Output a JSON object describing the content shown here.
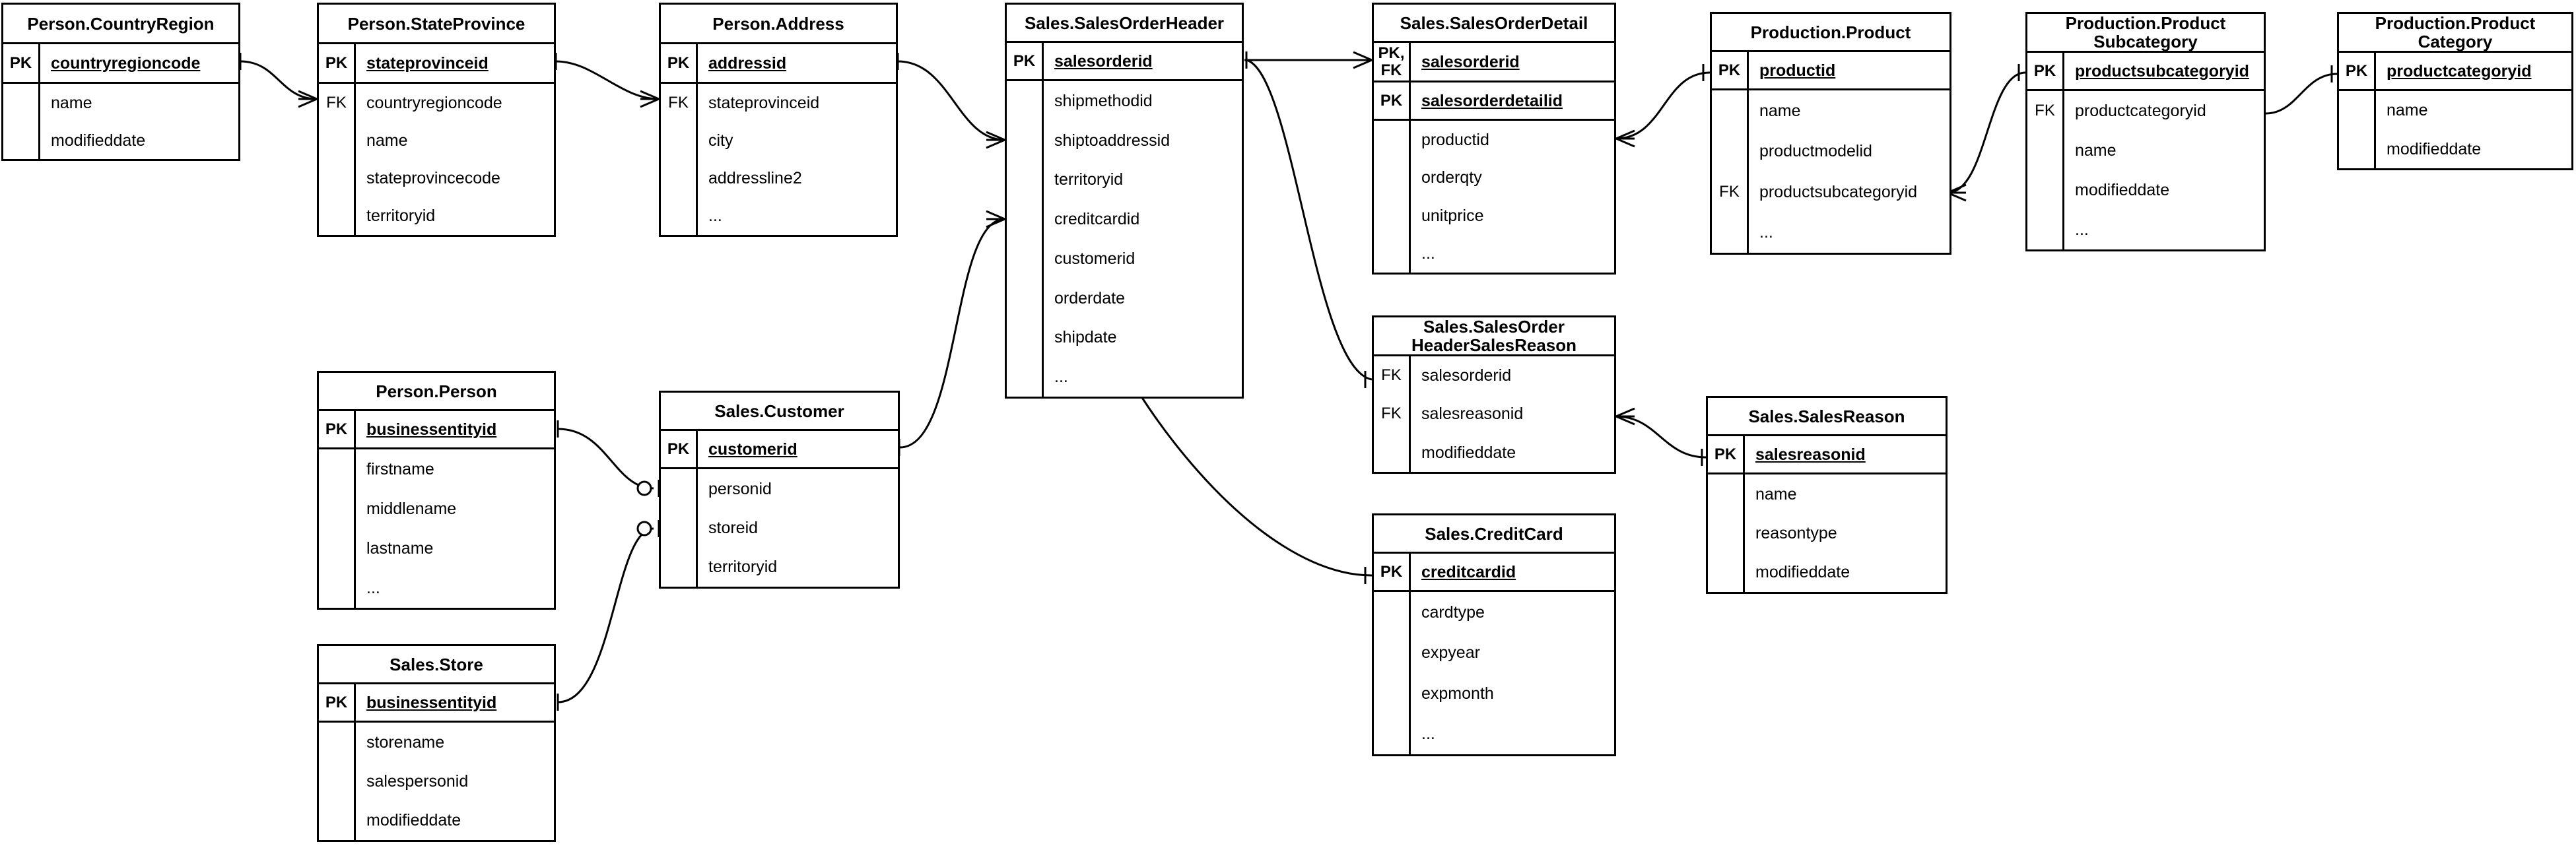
{
  "diagram": {
    "title": "AdventureWorks Sales Entity Relationship Diagram",
    "notation": "crows-foot",
    "line_color": "#000000",
    "background_color": "#ffffff",
    "text_color": "#000000"
  },
  "entities": [
    {
      "id": "person_countryregion",
      "title": "Person.CountryRegion",
      "key_rows": [
        {
          "key": "PK",
          "name": "countryregioncode"
        }
      ],
      "attr_rows": [
        {
          "key": "",
          "name": "name"
        },
        {
          "key": "",
          "name": "modifieddate"
        }
      ]
    },
    {
      "id": "person_stateprovince",
      "title": "Person.StateProvince",
      "key_rows": [
        {
          "key": "PK",
          "name": "stateprovinceid"
        }
      ],
      "attr_rows": [
        {
          "key": "FK",
          "name": "countryregioncode"
        },
        {
          "key": "",
          "name": "name"
        },
        {
          "key": "",
          "name": "stateprovincecode"
        },
        {
          "key": "",
          "name": "territoryid"
        }
      ]
    },
    {
      "id": "person_address",
      "title": "Person.Address",
      "key_rows": [
        {
          "key": "PK",
          "name": "addressid"
        }
      ],
      "attr_rows": [
        {
          "key": "FK",
          "name": "stateprovinceid"
        },
        {
          "key": "",
          "name": "city"
        },
        {
          "key": "",
          "name": "addressline2"
        },
        {
          "key": "",
          "name": "..."
        }
      ]
    },
    {
      "id": "sales_salesorderheader",
      "title": "Sales.SalesOrderHeader",
      "key_rows": [
        {
          "key": "PK",
          "name": "salesorderid"
        }
      ],
      "attr_rows": [
        {
          "key": "",
          "name": "shipmethodid"
        },
        {
          "key": "",
          "name": "shiptoaddressid"
        },
        {
          "key": "",
          "name": "territoryid"
        },
        {
          "key": "",
          "name": "creditcardid"
        },
        {
          "key": "",
          "name": "customerid"
        },
        {
          "key": "",
          "name": "orderdate"
        },
        {
          "key": "",
          "name": "shipdate"
        },
        {
          "key": "",
          "name": "..."
        }
      ]
    },
    {
      "id": "sales_salesorderdetail",
      "title": "Sales.SalesOrderDetail",
      "key_rows": [
        {
          "key": "PK,\nFK",
          "name": "salesorderid"
        },
        {
          "key": "PK",
          "name": "salesorderdetailid"
        }
      ],
      "attr_rows": [
        {
          "key": "",
          "name": "productid"
        },
        {
          "key": "",
          "name": "orderqty"
        },
        {
          "key": "",
          "name": "unitprice"
        },
        {
          "key": "",
          "name": "..."
        }
      ]
    },
    {
      "id": "production_product",
      "title": "Production.Product",
      "key_rows": [
        {
          "key": "PK",
          "name": "productid"
        }
      ],
      "attr_rows": [
        {
          "key": "",
          "name": "name"
        },
        {
          "key": "",
          "name": "productmodelid"
        },
        {
          "key": "FK",
          "name": "productsubcategoryid"
        },
        {
          "key": "",
          "name": "..."
        }
      ]
    },
    {
      "id": "production_productsubcategory",
      "title": "Production.Product\nSubcategory",
      "key_rows": [
        {
          "key": "PK",
          "name": "productsubcategoryid"
        }
      ],
      "attr_rows": [
        {
          "key": "FK",
          "name": "productcategoryid"
        },
        {
          "key": "",
          "name": "name"
        },
        {
          "key": "",
          "name": "modifieddate"
        },
        {
          "key": "",
          "name": "..."
        }
      ]
    },
    {
      "id": "production_productcategory",
      "title": "Production.Product\nCategory",
      "key_rows": [
        {
          "key": "PK",
          "name": "productcategoryid"
        }
      ],
      "attr_rows": [
        {
          "key": "",
          "name": "name"
        },
        {
          "key": "",
          "name": "modifieddate"
        }
      ]
    },
    {
      "id": "person_person",
      "title": "Person.Person",
      "key_rows": [
        {
          "key": "PK",
          "name": "businessentityid"
        }
      ],
      "attr_rows": [
        {
          "key": "",
          "name": "firstname"
        },
        {
          "key": "",
          "name": "middlename"
        },
        {
          "key": "",
          "name": "lastname"
        },
        {
          "key": "",
          "name": "..."
        }
      ]
    },
    {
      "id": "sales_customer",
      "title": "Sales.Customer",
      "key_rows": [
        {
          "key": "PK",
          "name": "customerid"
        }
      ],
      "attr_rows": [
        {
          "key": "",
          "name": "personid"
        },
        {
          "key": "",
          "name": "storeid"
        },
        {
          "key": "",
          "name": "territoryid"
        }
      ]
    },
    {
      "id": "sales_store",
      "title": "Sales.Store",
      "key_rows": [
        {
          "key": "PK",
          "name": "businessentityid"
        }
      ],
      "attr_rows": [
        {
          "key": "",
          "name": "storename"
        },
        {
          "key": "",
          "name": "salespersonid"
        },
        {
          "key": "",
          "name": "modifieddate"
        }
      ]
    },
    {
      "id": "sales_salesorderheadersalesreason",
      "title": "Sales.SalesOrder\nHeaderSalesReason",
      "key_rows": [],
      "attr_rows": [
        {
          "key": "FK",
          "name": "salesorderid"
        },
        {
          "key": "FK",
          "name": "salesreasonid"
        },
        {
          "key": "",
          "name": "modifieddate"
        }
      ]
    },
    {
      "id": "sales_salesreason",
      "title": "Sales.SalesReason",
      "key_rows": [
        {
          "key": "PK",
          "name": "salesreasonid"
        }
      ],
      "attr_rows": [
        {
          "key": "",
          "name": "name"
        },
        {
          "key": "",
          "name": "reasontype"
        },
        {
          "key": "",
          "name": "modifieddate"
        }
      ]
    },
    {
      "id": "sales_creditcard",
      "title": "Sales.CreditCard",
      "key_rows": [
        {
          "key": "PK",
          "name": "creditcardid"
        }
      ],
      "attr_rows": [
        {
          "key": "",
          "name": "cardtype"
        },
        {
          "key": "",
          "name": "expyear"
        },
        {
          "key": "",
          "name": "expmonth"
        },
        {
          "key": "",
          "name": "..."
        }
      ]
    }
  ],
  "relationships": [
    {
      "id": "rel-countryregion-stateprovince",
      "from": "person_countryregion",
      "from_attr": "countryregioncode",
      "to": "person_stateprovince",
      "to_attr": "countryregioncode",
      "from_cardinality": "one",
      "to_cardinality": "many"
    },
    {
      "id": "rel-stateprovince-address",
      "from": "person_stateprovince",
      "from_attr": "stateprovinceid",
      "to": "person_address",
      "to_attr": "stateprovinceid",
      "from_cardinality": "one",
      "to_cardinality": "many"
    },
    {
      "id": "rel-address-salesorderheader",
      "from": "person_address",
      "from_attr": "addressid",
      "to": "sales_salesorderheader",
      "to_attr": "shiptoaddressid",
      "from_cardinality": "one",
      "to_cardinality": "many"
    },
    {
      "id": "rel-salesorderheader-salesorderdetail",
      "from": "sales_salesorderheader",
      "from_attr": "salesorderid",
      "to": "sales_salesorderdetail",
      "to_attr": "salesorderid",
      "from_cardinality": "one",
      "to_cardinality": "many"
    },
    {
      "id": "rel-salesorderdetail-product",
      "from": "sales_salesorderdetail",
      "from_attr": "productid",
      "to": "production_product",
      "to_attr": "productid",
      "from_cardinality": "many",
      "to_cardinality": "one"
    },
    {
      "id": "rel-product-productsubcategory",
      "from": "production_product",
      "from_attr": "productsubcategoryid",
      "to": "production_productsubcategory",
      "to_attr": "productsubcategoryid",
      "from_cardinality": "many",
      "to_cardinality": "one"
    },
    {
      "id": "rel-productsubcategory-productcategory",
      "from": "production_productsubcategory",
      "from_attr": "productcategoryid",
      "to": "production_productcategory",
      "to_attr": "productcategoryid",
      "from_cardinality": "many",
      "to_cardinality": "one"
    },
    {
      "id": "rel-customer-salesorderheader",
      "from": "sales_customer",
      "from_attr": "customerid",
      "to": "sales_salesorderheader",
      "to_attr": "customerid",
      "from_cardinality": "one",
      "to_cardinality": "many"
    },
    {
      "id": "rel-creditcard-salesorderheader",
      "from": "sales_creditcard",
      "from_attr": "creditcardid",
      "to": "sales_salesorderheader",
      "to_attr": "creditcardid",
      "from_cardinality": "one",
      "to_cardinality": "many"
    },
    {
      "id": "rel-person-customer",
      "from": "person_person",
      "from_attr": "businessentityid",
      "to": "sales_customer",
      "to_attr": "personid",
      "from_cardinality": "one",
      "to_cardinality": "zero-or-one"
    },
    {
      "id": "rel-store-customer",
      "from": "sales_store",
      "from_attr": "businessentityid",
      "to": "sales_customer",
      "to_attr": "storeid",
      "from_cardinality": "one",
      "to_cardinality": "zero-or-one"
    },
    {
      "id": "rel-salesorderheader-salesreasonlink",
      "from": "sales_salesorderheader",
      "from_attr": "salesorderid",
      "to": "sales_salesorderheadersalesreason",
      "to_attr": "salesorderid",
      "from_cardinality": "one",
      "to_cardinality": "one"
    },
    {
      "id": "rel-salesreasonlink-salesreason",
      "from": "sales_salesorderheadersalesreason",
      "from_attr": "salesreasonid",
      "to": "sales_salesreason",
      "to_attr": "salesreasonid",
      "from_cardinality": "many",
      "to_cardinality": "one"
    }
  ]
}
